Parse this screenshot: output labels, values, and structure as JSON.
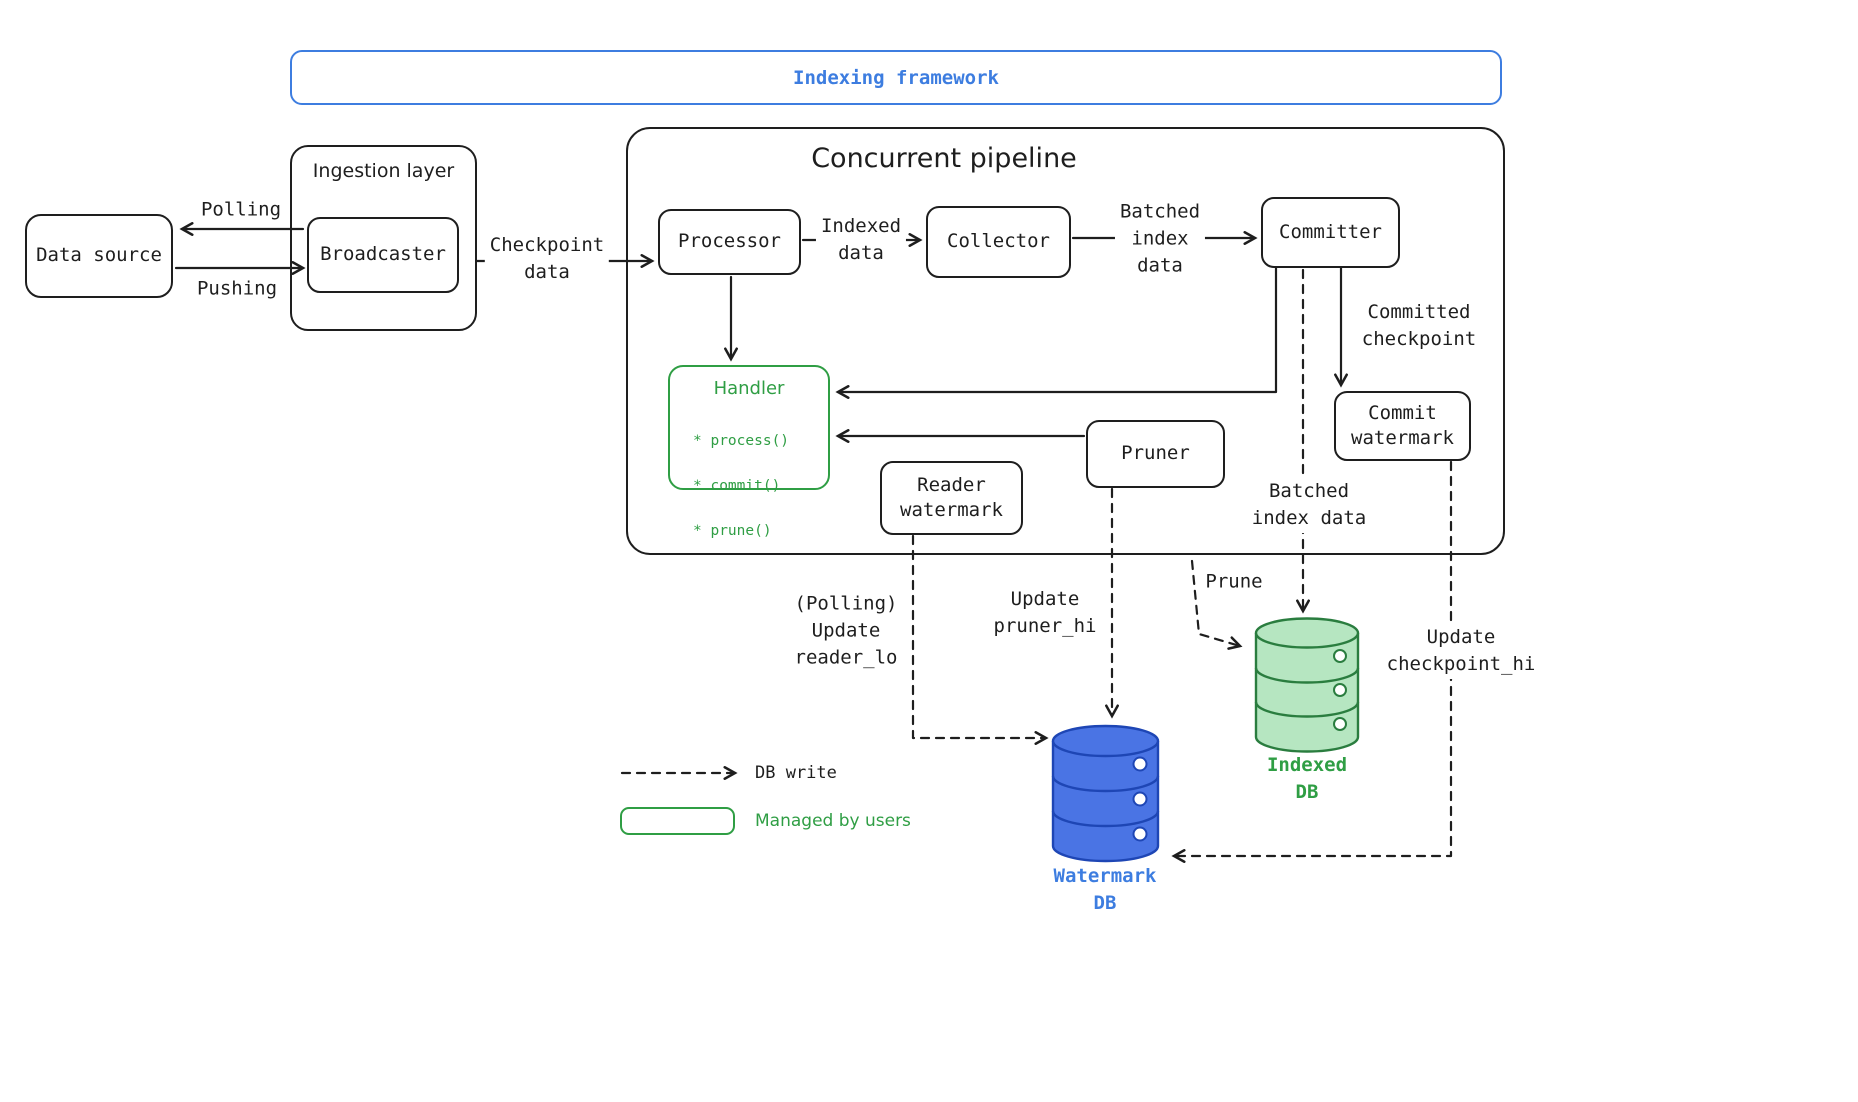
{
  "banner": {
    "title": "Indexing framework"
  },
  "data_source": {
    "label": "Data source"
  },
  "ingestion": {
    "title": "Ingestion layer",
    "broadcaster": "Broadcaster"
  },
  "pipeline": {
    "title": "Concurrent pipeline",
    "processor": "Processor",
    "collector": "Collector",
    "committer": "Committer",
    "handler": {
      "title": "Handler",
      "methods": [
        "* process()",
        "* commit()",
        "* prune()"
      ]
    },
    "reader_watermark": "Reader\nwatermark",
    "pruner": "Pruner",
    "commit_watermark": "Commit\nwatermark"
  },
  "edges": {
    "polling": "Polling",
    "pushing": "Pushing",
    "checkpoint_data": "Checkpoint\ndata",
    "indexed_data": "Indexed\ndata",
    "batched_index_data": "Batched\nindex\ndata",
    "committed_checkpoint": "Committed\ncheckpoint",
    "batched_index_data_db": "Batched\nindex data",
    "prune": "Prune",
    "update_reader_lo": "(Polling)\nUpdate\nreader_lo",
    "update_pruner_hi": "Update\npruner_hi",
    "update_checkpoint_hi": "Update\ncheckpoint_hi"
  },
  "databases": {
    "watermark_db": "Watermark\nDB",
    "indexed_db": "Indexed\nDB"
  },
  "legend": {
    "db_write": "DB write",
    "managed_by_users": "Managed by users"
  },
  "colors": {
    "stroke": "#1e1e1e",
    "blue": "#3d7de0",
    "green": "#2f9e44",
    "db_blue_fill": "#4a74e4",
    "db_blue_stroke": "#1e46b5",
    "db_green_fill": "#b6e6c1",
    "db_green_stroke": "#2a7d3f"
  }
}
